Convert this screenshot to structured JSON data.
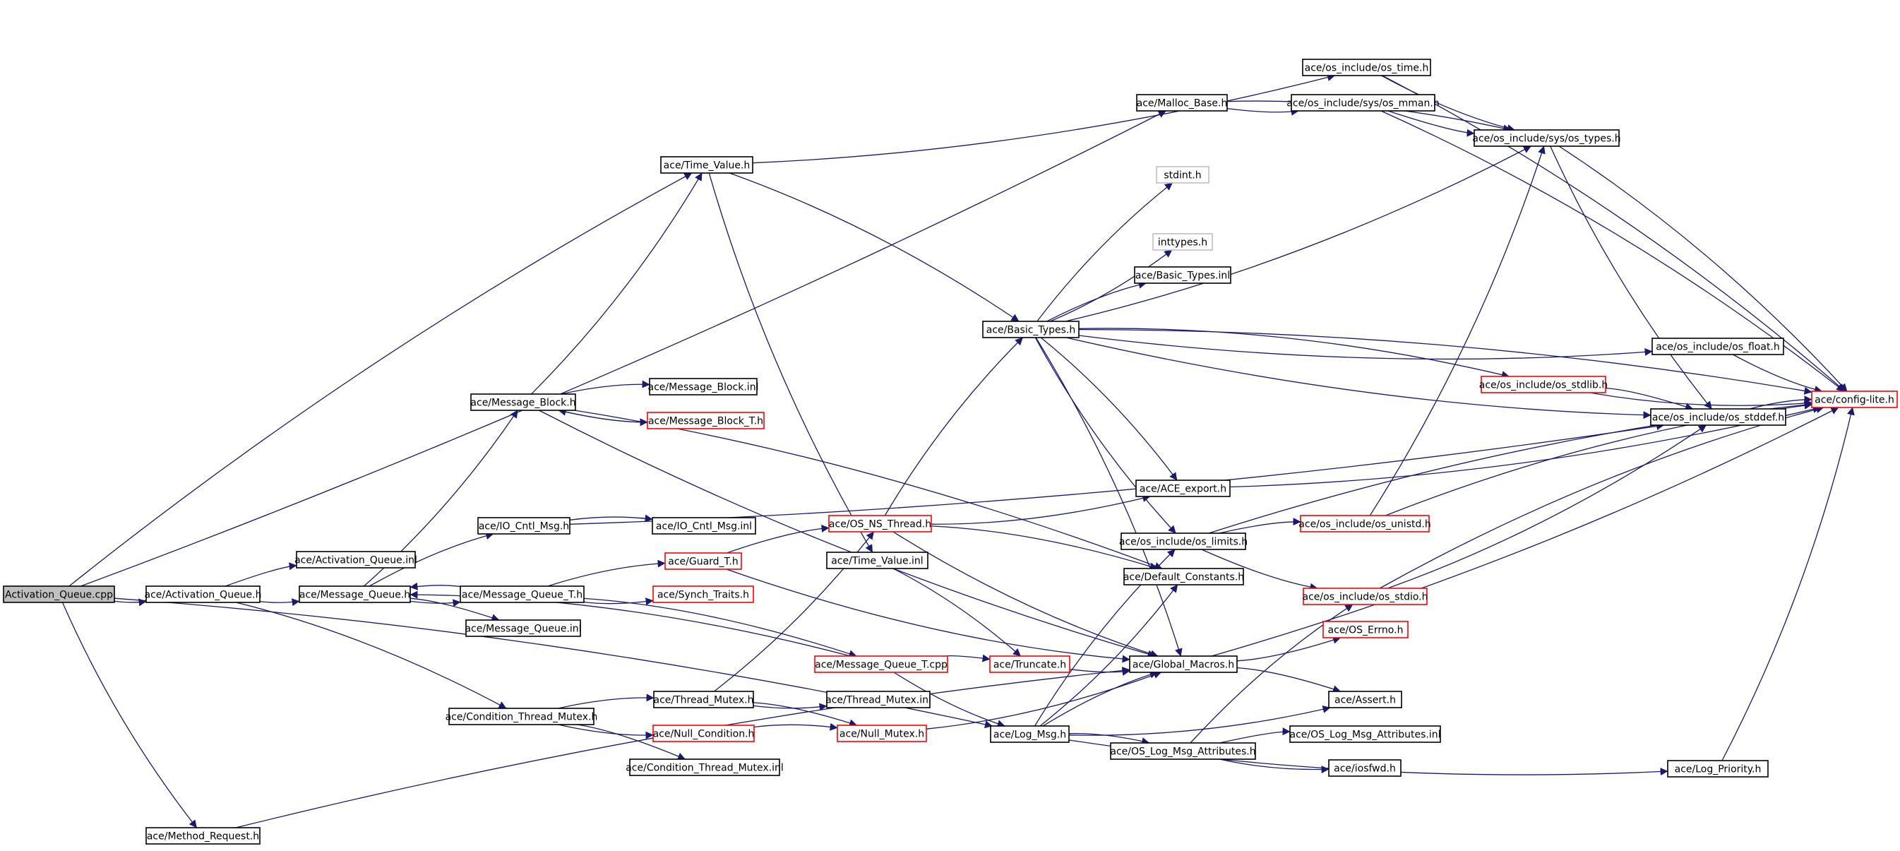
{
  "graph": {
    "colors": {
      "edge": "#191970",
      "normal_border": "#000000",
      "truncated_border": "#ff0000",
      "external_border": "#bfbfbf",
      "root_fill": "#bfbfbf",
      "node_fill": "#ffffff",
      "text": "#000000"
    },
    "nodes": [
      {
        "id": "activation_queue_cpp",
        "label": "Activation_Queue.cpp",
        "kind": "root"
      },
      {
        "id": "activation_queue_h",
        "label": "ace/Activation_Queue.h",
        "kind": "normal"
      },
      {
        "id": "activation_queue_inl",
        "label": "ace/Activation_Queue.inl",
        "kind": "normal"
      },
      {
        "id": "message_queue_h",
        "label": "ace/Message_Queue.h",
        "kind": "normal"
      },
      {
        "id": "io_cntl_msg_h",
        "label": "ace/IO_Cntl_Msg.h",
        "kind": "normal"
      },
      {
        "id": "io_cntl_msg_inl",
        "label": "ace/IO_Cntl_Msg.inl",
        "kind": "normal"
      },
      {
        "id": "message_block_h",
        "label": "ace/Message_Block.h",
        "kind": "normal"
      },
      {
        "id": "message_block_inl",
        "label": "ace/Message_Block.inl",
        "kind": "normal"
      },
      {
        "id": "message_block_t_h",
        "label": "ace/Message_Block_T.h",
        "kind": "truncated"
      },
      {
        "id": "message_queue_t_h",
        "label": "ace/Message_Queue_T.h",
        "kind": "normal"
      },
      {
        "id": "message_queue_inl",
        "label": "ace/Message_Queue.inl",
        "kind": "normal"
      },
      {
        "id": "guard_t_h",
        "label": "ace/Guard_T.h",
        "kind": "truncated"
      },
      {
        "id": "synch_traits_h",
        "label": "ace/Synch_Traits.h",
        "kind": "truncated"
      },
      {
        "id": "message_queue_t_cpp",
        "label": "ace/Message_Queue_T.cpp",
        "kind": "truncated"
      },
      {
        "id": "condition_thread_mutex_h",
        "label": "ace/Condition_Thread_Mutex.h",
        "kind": "normal"
      },
      {
        "id": "thread_mutex_h",
        "label": "ace/Thread_Mutex.h",
        "kind": "normal"
      },
      {
        "id": "thread_mutex_inl",
        "label": "ace/Thread_Mutex.inl",
        "kind": "normal"
      },
      {
        "id": "null_condition_h",
        "label": "ace/Null_Condition.h",
        "kind": "truncated"
      },
      {
        "id": "null_mutex_h",
        "label": "ace/Null_Mutex.h",
        "kind": "truncated"
      },
      {
        "id": "condition_thread_mutex_inl",
        "label": "ace/Condition_Thread_Mutex.inl",
        "kind": "normal"
      },
      {
        "id": "method_request_h",
        "label": "ace/Method_Request.h",
        "kind": "normal"
      },
      {
        "id": "time_value_h",
        "label": "ace/Time_Value.h",
        "kind": "normal"
      },
      {
        "id": "time_value_inl",
        "label": "ace/Time_Value.inl",
        "kind": "normal"
      },
      {
        "id": "os_ns_thread_h",
        "label": "ace/OS_NS_Thread.h",
        "kind": "truncated"
      },
      {
        "id": "truncate_h",
        "label": "ace/Truncate.h",
        "kind": "truncated"
      },
      {
        "id": "basic_types_h",
        "label": "ace/Basic_Types.h",
        "kind": "normal"
      },
      {
        "id": "stdint_h",
        "label": "stdint.h",
        "kind": "external"
      },
      {
        "id": "inttypes_h",
        "label": "inttypes.h",
        "kind": "external"
      },
      {
        "id": "basic_types_inl",
        "label": "ace/Basic_Types.inl",
        "kind": "normal"
      },
      {
        "id": "malloc_base_h",
        "label": "ace/Malloc_Base.h",
        "kind": "normal"
      },
      {
        "id": "os_time_h",
        "label": "ace/os_include/os_time.h",
        "kind": "normal"
      },
      {
        "id": "os_mman_h",
        "label": "ace/os_include/sys/os_mman.h",
        "kind": "normal"
      },
      {
        "id": "os_types_h",
        "label": "ace/os_include/sys/os_types.h",
        "kind": "normal"
      },
      {
        "id": "ace_export_h",
        "label": "ace/ACE_export.h",
        "kind": "normal"
      },
      {
        "id": "os_limits_h",
        "label": "ace/os_include/os_limits.h",
        "kind": "normal"
      },
      {
        "id": "default_constants_h",
        "label": "ace/Default_Constants.h",
        "kind": "normal"
      },
      {
        "id": "global_macros_h",
        "label": "ace/Global_Macros.h",
        "kind": "normal"
      },
      {
        "id": "os_errno_h",
        "label": "ace/OS_Errno.h",
        "kind": "truncated"
      },
      {
        "id": "assert_h",
        "label": "ace/Assert.h",
        "kind": "normal"
      },
      {
        "id": "log_msg_h",
        "label": "ace/Log_Msg.h",
        "kind": "normal"
      },
      {
        "id": "os_log_msg_attributes_h",
        "label": "ace/OS_Log_Msg_Attributes.h",
        "kind": "normal"
      },
      {
        "id": "os_log_msg_attributes_inl",
        "label": "ace/OS_Log_Msg_Attributes.inl",
        "kind": "normal"
      },
      {
        "id": "iosfwd_h",
        "label": "ace/iosfwd.h",
        "kind": "normal"
      },
      {
        "id": "log_priority_h",
        "label": "ace/Log_Priority.h",
        "kind": "normal"
      },
      {
        "id": "os_unistd_h",
        "label": "ace/os_include/os_unistd.h",
        "kind": "truncated"
      },
      {
        "id": "os_stdio_h",
        "label": "ace/os_include/os_stdio.h",
        "kind": "truncated"
      },
      {
        "id": "os_float_h",
        "label": "ace/os_include/os_float.h",
        "kind": "normal"
      },
      {
        "id": "os_stdlib_h",
        "label": "ace/os_include/os_stdlib.h",
        "kind": "truncated"
      },
      {
        "id": "os_stddef_h",
        "label": "ace/os_include/os_stddef.h",
        "kind": "normal"
      },
      {
        "id": "config_lite_h",
        "label": "ace/config-lite.h",
        "kind": "truncated"
      }
    ],
    "edges": [
      [
        "activation_queue_cpp",
        "activation_queue_h"
      ],
      [
        "activation_queue_cpp",
        "time_value_h"
      ],
      [
        "activation_queue_cpp",
        "malloc_base_h"
      ],
      [
        "activation_queue_cpp",
        "log_msg_h"
      ],
      [
        "activation_queue_cpp",
        "method_request_h"
      ],
      [
        "activation_queue_h",
        "activation_queue_inl"
      ],
      [
        "activation_queue_h",
        "message_queue_h"
      ],
      [
        "activation_queue_h",
        "condition_thread_mutex_h"
      ],
      [
        "message_queue_h",
        "message_block_h"
      ],
      [
        "message_queue_h",
        "io_cntl_msg_h"
      ],
      [
        "message_queue_h",
        "message_queue_t_h"
      ],
      [
        "message_queue_h",
        "message_queue_inl"
      ],
      [
        "message_queue_t_h",
        "message_queue_h"
      ],
      [
        "message_queue_t_h",
        "guard_t_h"
      ],
      [
        "message_queue_t_h",
        "synch_traits_h"
      ],
      [
        "message_queue_t_h",
        "message_queue_t_cpp"
      ],
      [
        "message_queue_t_cpp",
        "message_queue_h"
      ],
      [
        "message_queue_t_cpp",
        "truncate_h"
      ],
      [
        "message_queue_t_cpp",
        "log_msg_h"
      ],
      [
        "io_cntl_msg_h",
        "io_cntl_msg_inl"
      ],
      [
        "io_cntl_msg_h",
        "os_stddef_h"
      ],
      [
        "message_block_h",
        "message_block_inl"
      ],
      [
        "message_block_h",
        "message_block_t_h"
      ],
      [
        "message_block_t_h",
        "message_block_h"
      ],
      [
        "message_block_h",
        "time_value_h"
      ],
      [
        "message_block_h",
        "default_constants_h"
      ],
      [
        "message_block_h",
        "global_macros_h"
      ],
      [
        "guard_t_h",
        "os_ns_thread_h"
      ],
      [
        "guard_t_h",
        "global_macros_h"
      ],
      [
        "condition_thread_mutex_h",
        "thread_mutex_h"
      ],
      [
        "condition_thread_mutex_h",
        "null_condition_h"
      ],
      [
        "condition_thread_mutex_h",
        "condition_thread_mutex_inl"
      ],
      [
        "thread_mutex_h",
        "thread_mutex_inl"
      ],
      [
        "thread_mutex_h",
        "null_mutex_h"
      ],
      [
        "thread_mutex_h",
        "os_ns_thread_h"
      ],
      [
        "null_condition_h",
        "null_mutex_h"
      ],
      [
        "null_mutex_h",
        "global_macros_h"
      ],
      [
        "method_request_h",
        "global_macros_h"
      ],
      [
        "time_value_h",
        "os_time_h"
      ],
      [
        "time_value_h",
        "basic_types_h"
      ],
      [
        "time_value_h",
        "time_value_inl"
      ],
      [
        "time_value_inl",
        "truncate_h"
      ],
      [
        "truncate_h",
        "global_macros_h"
      ],
      [
        "os_ns_thread_h",
        "basic_types_h"
      ],
      [
        "os_ns_thread_h",
        "ace_export_h"
      ],
      [
        "os_ns_thread_h",
        "default_constants_h"
      ],
      [
        "os_ns_thread_h",
        "global_macros_h"
      ],
      [
        "basic_types_h",
        "stdint_h"
      ],
      [
        "basic_types_h",
        "inttypes_h"
      ],
      [
        "basic_types_h",
        "basic_types_inl"
      ],
      [
        "basic_types_h",
        "os_types_h"
      ],
      [
        "basic_types_h",
        "config_lite_h"
      ],
      [
        "basic_types_h",
        "os_float_h"
      ],
      [
        "basic_types_h",
        "os_stdlib_h"
      ],
      [
        "basic_types_h",
        "os_stddef_h"
      ],
      [
        "basic_types_h",
        "ace_export_h"
      ],
      [
        "basic_types_h",
        "os_limits_h"
      ],
      [
        "basic_types_h",
        "global_macros_h"
      ],
      [
        "malloc_base_h",
        "os_mman_h"
      ],
      [
        "malloc_base_h",
        "os_types_h"
      ],
      [
        "os_time_h",
        "os_types_h"
      ],
      [
        "os_time_h",
        "config_lite_h"
      ],
      [
        "os_mman_h",
        "os_types_h"
      ],
      [
        "os_mman_h",
        "config_lite_h"
      ],
      [
        "os_types_h",
        "os_stddef_h"
      ],
      [
        "os_types_h",
        "config_lite_h"
      ],
      [
        "ace_export_h",
        "config_lite_h"
      ],
      [
        "os_limits_h",
        "os_unistd_h"
      ],
      [
        "os_limits_h",
        "os_stdio_h"
      ],
      [
        "os_limits_h",
        "config_lite_h"
      ],
      [
        "os_unistd_h",
        "os_types_h"
      ],
      [
        "os_unistd_h",
        "config_lite_h"
      ],
      [
        "os_stdio_h",
        "os_stddef_h"
      ],
      [
        "os_stdio_h",
        "config_lite_h"
      ],
      [
        "os_float_h",
        "config_lite_h"
      ],
      [
        "os_stdlib_h",
        "os_stddef_h"
      ],
      [
        "os_stdlib_h",
        "config_lite_h"
      ],
      [
        "os_stddef_h",
        "config_lite_h"
      ],
      [
        "global_macros_h",
        "os_errno_h"
      ],
      [
        "global_macros_h",
        "assert_h"
      ],
      [
        "global_macros_h",
        "config_lite_h"
      ],
      [
        "log_msg_h",
        "os_limits_h"
      ],
      [
        "log_msg_h",
        "default_constants_h"
      ],
      [
        "log_msg_h",
        "global_macros_h"
      ],
      [
        "log_msg_h",
        "assert_h"
      ],
      [
        "log_msg_h",
        "os_log_msg_attributes_h"
      ],
      [
        "log_msg_h",
        "log_priority_h"
      ],
      [
        "os_log_msg_attributes_h",
        "os_log_msg_attributes_inl"
      ],
      [
        "os_log_msg_attributes_h",
        "iosfwd_h"
      ],
      [
        "os_log_msg_attributes_h",
        "os_stdio_h"
      ],
      [
        "log_priority_h",
        "config_lite_h"
      ]
    ]
  }
}
